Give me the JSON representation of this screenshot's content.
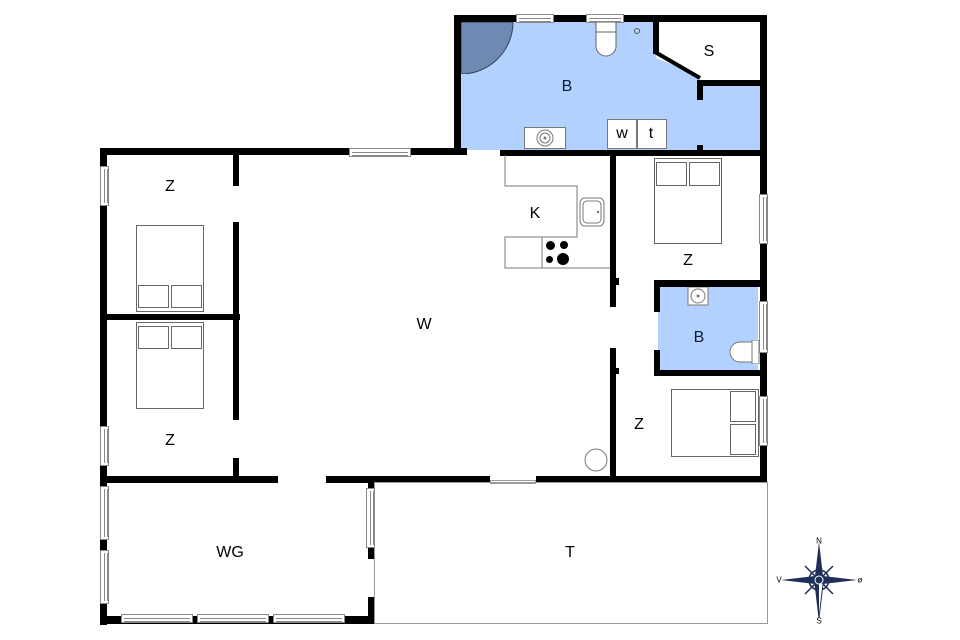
{
  "floorplan": {
    "rooms": {
      "bathroom_main": {
        "label": "B"
      },
      "storage": {
        "label": "S"
      },
      "kitchen": {
        "label": "K"
      },
      "living": {
        "label": "W"
      },
      "bedroom_top_left": {
        "label": "Z"
      },
      "bedroom_bottom_left": {
        "label": "Z"
      },
      "bedroom_top_right": {
        "label": "Z"
      },
      "bathroom_small": {
        "label": "B"
      },
      "bedroom_bottom_right": {
        "label": "Z"
      },
      "winter_garden": {
        "label": "WG"
      },
      "terrace": {
        "label": "T"
      }
    },
    "appliances": {
      "washer": "w",
      "dryer": "t"
    },
    "colors": {
      "wall": "#000000",
      "wet_room": "#b3d1ff",
      "shower": "#6f89b3",
      "compass": "#1f2f5a"
    }
  },
  "compass": {
    "north": "N",
    "south": "S",
    "west": "V",
    "east": "ø"
  }
}
